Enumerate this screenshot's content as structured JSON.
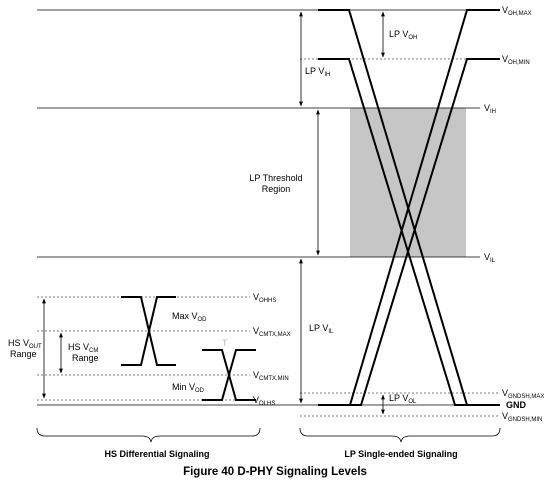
{
  "figure": {
    "caption": "Figure 40 D-PHY Signaling Levels"
  },
  "levels": {
    "voh_max": {
      "main": "V",
      "sub": "OH,MAX"
    },
    "voh_min": {
      "main": "V",
      "sub": "OH,MIN"
    },
    "vih": {
      "main": "V",
      "sub": "IH"
    },
    "vil": {
      "main": "V",
      "sub": "IL"
    },
    "vgndsh_max": {
      "main": "V",
      "sub": "GNDSH,MAX"
    },
    "gnd": "GND",
    "vgndsh_min": {
      "main": "V",
      "sub": "GNDSH,MIN"
    },
    "vohhs": {
      "main": "V",
      "sub": "OHHS"
    },
    "vcmtx_max": {
      "main": "V",
      "sub": "CMTX,MAX"
    },
    "vcmtx_min": {
      "main": "V",
      "sub": "CMTX,MIN"
    },
    "volhs": {
      "main": "V",
      "sub": "OLHS"
    }
  },
  "annotations": {
    "lp_voh": {
      "main": "LP V",
      "sub": "OH"
    },
    "lp_vih": {
      "main": "LP V",
      "sub": "IH"
    },
    "lp_threshold_line1": "LP Threshold",
    "lp_threshold_line2": "Region",
    "lp_vil": {
      "main": "LP V",
      "sub": "IL"
    },
    "lp_vol": {
      "main": "LP V",
      "sub": "OL"
    },
    "hs_vout_line1": {
      "main": "HS V",
      "sub": "OUT"
    },
    "hs_vout_line2": "Range",
    "hs_vcm_line1": {
      "main": "HS V",
      "sub": "CM"
    },
    "hs_vcm_line2": "Range",
    "max_vod": {
      "main": "Max V",
      "sub": "OD"
    },
    "min_vod": {
      "main": "Min V",
      "sub": "OD"
    },
    "t_mark": "T"
  },
  "sections": {
    "hs": "HS Differential Signaling",
    "lp": "LP Single-ended Signaling"
  },
  "colors": {
    "threshold_fill": "#c6c6c6",
    "line": "#000000",
    "dotted": "#555555"
  }
}
